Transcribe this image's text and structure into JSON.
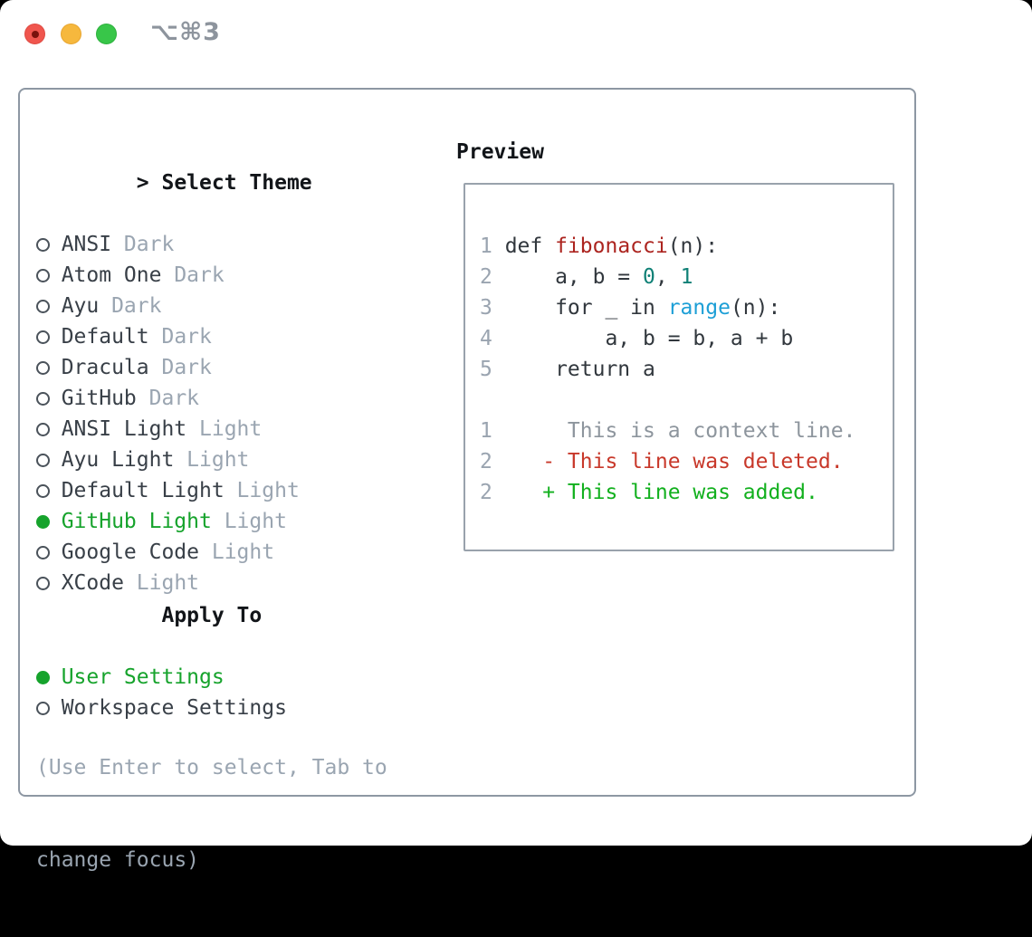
{
  "window": {
    "title": "⌥⌘3"
  },
  "colors": {
    "selected_green": "#16a32c",
    "diff_added_green": "#12b01e",
    "diff_deleted_red": "#c8382a",
    "function_red": "#ac241f",
    "number_teal": "#0f8076",
    "builtin_blue": "#1d9fd6",
    "muted_gray": "#9aa5b1",
    "text_dark": "#383f47",
    "traffic_red": "#f0564e",
    "traffic_yellow": "#f6b83d",
    "traffic_green": "#38c649"
  },
  "theme_panel": {
    "header_prefix": ">",
    "header": "Select Theme",
    "items": [
      {
        "name": "ANSI",
        "variant": "Dark",
        "selected": false
      },
      {
        "name": "Atom One",
        "variant": "Dark",
        "selected": false
      },
      {
        "name": "Ayu",
        "variant": "Dark",
        "selected": false
      },
      {
        "name": "Default",
        "variant": "Dark",
        "selected": false
      },
      {
        "name": "Dracula",
        "variant": "Dark",
        "selected": false
      },
      {
        "name": "GitHub",
        "variant": "Dark",
        "selected": false
      },
      {
        "name": "ANSI Light",
        "variant": "Light",
        "selected": false
      },
      {
        "name": "Ayu Light",
        "variant": "Light",
        "selected": false
      },
      {
        "name": "Default Light",
        "variant": "Light",
        "selected": false
      },
      {
        "name": "GitHub Light",
        "variant": "Light",
        "selected": true
      },
      {
        "name": "Google Code",
        "variant": "Light",
        "selected": false
      },
      {
        "name": "XCode",
        "variant": "Light",
        "selected": false
      }
    ]
  },
  "apply_panel": {
    "header": "Apply To",
    "options": [
      {
        "label": "User Settings",
        "selected": true
      },
      {
        "label": "Workspace Settings",
        "selected": false
      }
    ]
  },
  "hint": {
    "line1": "(Use Enter to select, Tab to",
    "line2": "change focus)"
  },
  "preview": {
    "header": "Preview",
    "lines": [
      {
        "num": "1",
        "kind": "code",
        "tokens": [
          {
            "t": "def ",
            "c": "code"
          },
          {
            "t": "fibonacci",
            "c": "func"
          },
          {
            "t": "(n):",
            "c": "code"
          }
        ]
      },
      {
        "num": "2",
        "kind": "code",
        "tokens": [
          {
            "t": "    a, b = ",
            "c": "code"
          },
          {
            "t": "0",
            "c": "num"
          },
          {
            "t": ", ",
            "c": "code"
          },
          {
            "t": "1",
            "c": "num"
          }
        ]
      },
      {
        "num": "3",
        "kind": "code",
        "tokens": [
          {
            "t": "    for _ in ",
            "c": "code"
          },
          {
            "t": "range",
            "c": "builtin"
          },
          {
            "t": "(n):",
            "c": "code"
          }
        ]
      },
      {
        "num": "4",
        "kind": "code",
        "tokens": [
          {
            "t": "        a, b = b, a + b",
            "c": "code"
          }
        ]
      },
      {
        "num": "5",
        "kind": "code",
        "tokens": [
          {
            "t": "    return a",
            "c": "code"
          }
        ]
      },
      {
        "num": "",
        "kind": "blank",
        "tokens": []
      },
      {
        "num": "1",
        "kind": "context",
        "tokens": [
          {
            "t": "     This is a context line.",
            "c": "ctx"
          }
        ]
      },
      {
        "num": "2",
        "kind": "deleted",
        "tokens": [
          {
            "t": "   - This line was deleted.",
            "c": "del"
          }
        ]
      },
      {
        "num": "2",
        "kind": "added",
        "tokens": [
          {
            "t": "   + This line was added.",
            "c": "add"
          }
        ]
      }
    ]
  }
}
